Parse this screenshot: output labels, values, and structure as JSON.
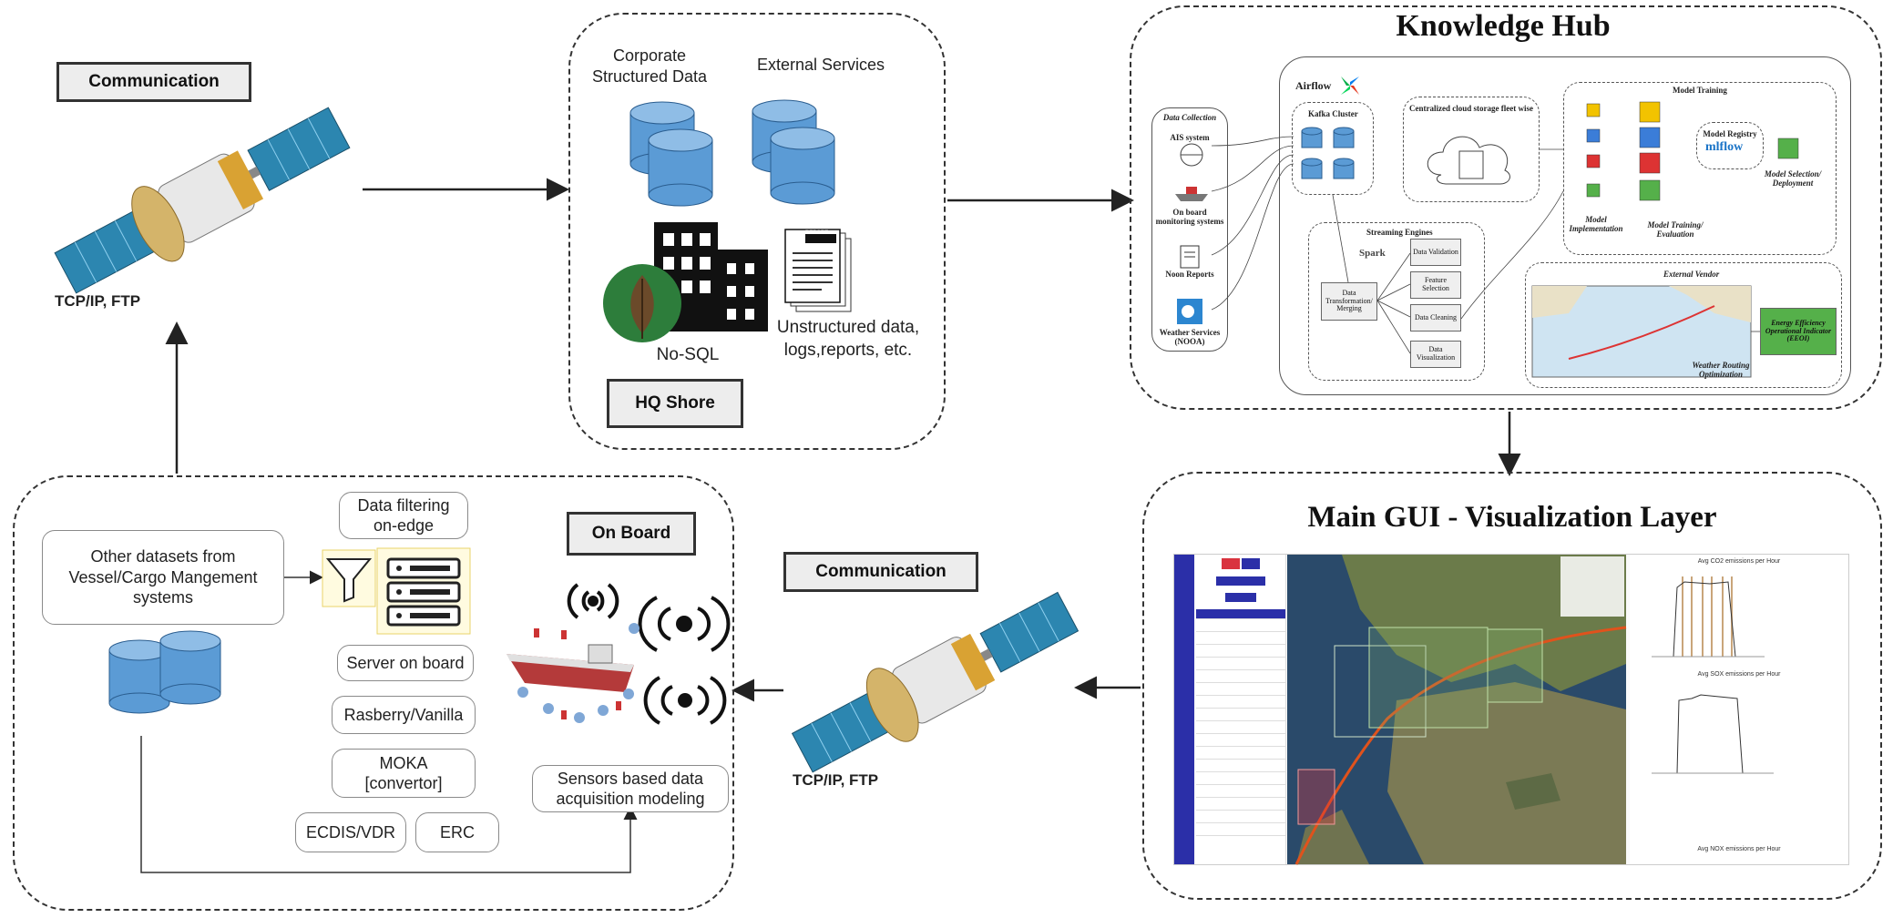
{
  "satellite_top": {
    "tag": "Communication",
    "protocol": "TCP/IP, FTP"
  },
  "hq": {
    "corporate_label": "Corporate\nStructured Data",
    "external_label": "External Services",
    "nosql_label": "No-SQL",
    "report_icon_text": "REPORT",
    "unstructured_label": "Unstructured data,\nlogs,reports, etc.",
    "tag": "HQ Shore"
  },
  "knowledge_hub": {
    "title": "Knowledge Hub",
    "airflow_label": "Airflow",
    "data_collection": {
      "title": "Data Collection",
      "items": [
        "AIS system",
        "On board monitoring systems",
        "Noon Reports",
        "Weather Services (NOOA)"
      ]
    },
    "kafka_label": "Kafka Cluster",
    "cloud_label": "Centralized cloud storage fleet wise",
    "streaming": {
      "title": "Streaming Engines",
      "spark_label": "Spark",
      "transform_label": "Data Transformation/ Merging",
      "steps": [
        "Data Validation",
        "Feature Selection",
        "Data Cleaning",
        "Data Visualization"
      ]
    },
    "model_training": {
      "title": "Model Training",
      "registry_label": "Model Registry",
      "mlflow_label": "mlflow",
      "implementation_label": "Model Implementation",
      "training_label": "Model Training/ Evaluation",
      "selection_label": "Model Selection/ Deployment"
    },
    "external_vendor": {
      "title": "External Vendor",
      "routing_label": "Weather Routing Optimization",
      "eeoi_label": "Energy Efficiency Operational Indicator (EEOI)"
    }
  },
  "onboard": {
    "tag": "On Board",
    "other_datasets": "Other datasets from\nVessel/Cargo Mangement\nsystems",
    "filtering": "Data filtering\non-edge",
    "server": "Server on board",
    "rasberry": "Rasberry/Vanilla",
    "moka": "MOKA\n[convertor]",
    "ecdis": "ECDIS/VDR",
    "erc": "ERC",
    "sensors": "Sensors based data\nacquisition modeling"
  },
  "satellite_bottom": {
    "tag": "Communication",
    "protocol": "TCP/IP, FTP"
  },
  "gui": {
    "title": "Main GUI - Visualization Layer",
    "chart_titles": [
      "Avg CO2 emissions per Hour",
      "Avg SOX emissions per Hour",
      "Avg NOX emissions per Hour"
    ]
  },
  "colors": {
    "db_blue": "#5b9bd5",
    "tag_bg": "#ededed",
    "gui_nav": "#2b2fa8",
    "route": "#e0521c"
  }
}
